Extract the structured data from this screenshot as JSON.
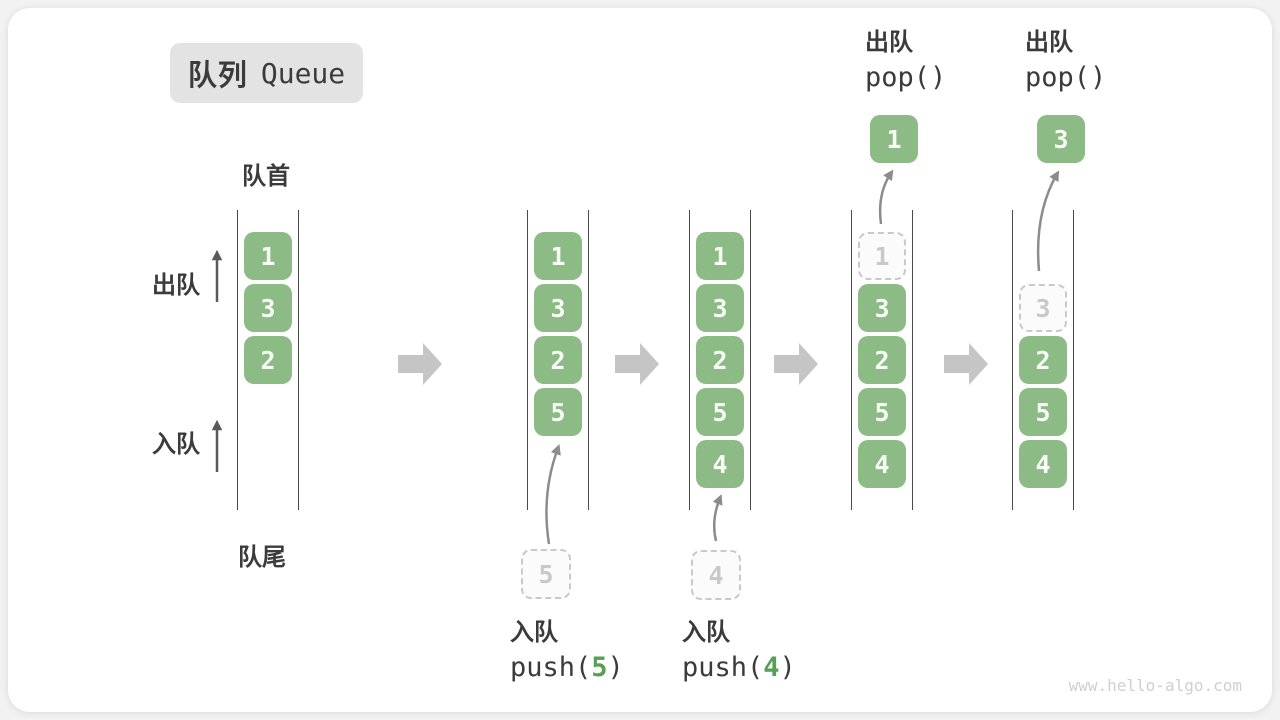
{
  "title": {
    "zh": "队列",
    "en": "Queue"
  },
  "labels": {
    "front": "队首",
    "rear": "队尾",
    "dequeue": "出队",
    "enqueue": "入队"
  },
  "operations": {
    "push5": {
      "name": "入队",
      "code_open": "push(",
      "arg": "5",
      "code_close": ")"
    },
    "push4": {
      "name": "入队",
      "code_open": "push(",
      "arg": "4",
      "code_close": ")"
    },
    "pop1": {
      "name": "出队",
      "code": "pop()"
    },
    "pop2": {
      "name": "出队",
      "code": "pop()"
    }
  },
  "queues": [
    {
      "id": 1,
      "cells": [
        "1",
        "3",
        "2"
      ]
    },
    {
      "id": 2,
      "cells": [
        "1",
        "3",
        "2",
        "5"
      ],
      "staged": "5"
    },
    {
      "id": 3,
      "cells": [
        "1",
        "3",
        "2",
        "5",
        "4"
      ],
      "staged": "4"
    },
    {
      "id": 4,
      "ghost": "1",
      "cells": [
        "3",
        "2",
        "5",
        "4"
      ],
      "popped": "1"
    },
    {
      "id": 5,
      "ghost": "3",
      "cells": [
        "2",
        "5",
        "4"
      ],
      "popped": "3"
    }
  ],
  "watermark": "www.hello-algo.com",
  "colors": {
    "cell_green": "#8cbb85",
    "accent_green": "#55a055",
    "dashed_gray": "#c9c9c9",
    "flow_arrow_gray": "#c5c5c5",
    "curve_arrow_gray": "#8c8c8c",
    "channel_line": "#4a4a4a",
    "text_dark": "#3b3b3b"
  }
}
